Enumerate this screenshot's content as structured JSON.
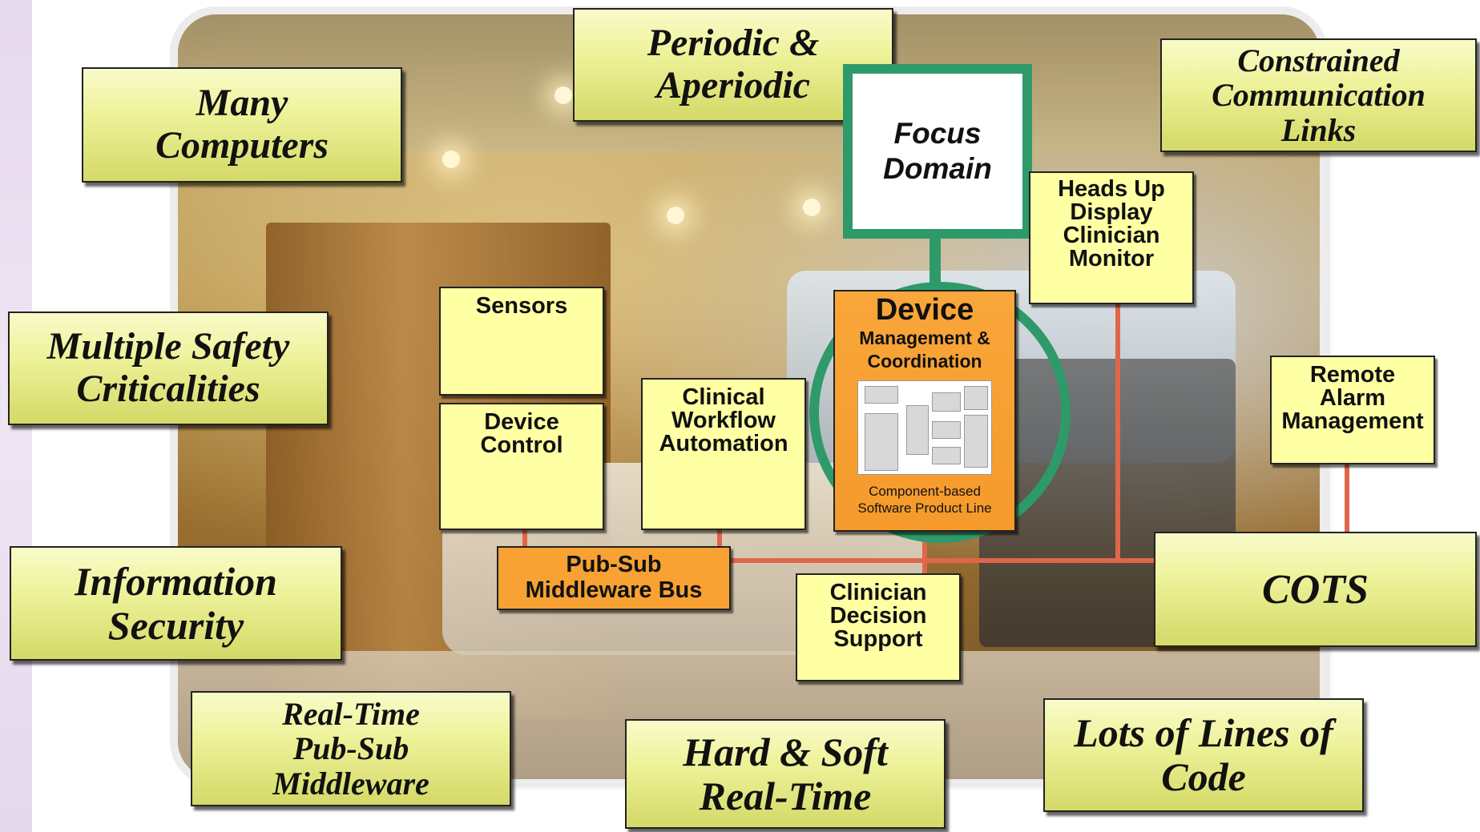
{
  "title_boxes": {
    "many_computers": [
      "Many",
      "Computers"
    ],
    "periodic_aperiodic": [
      "Periodic &",
      "Aperiodic"
    ],
    "constrained_links": [
      "Constrained",
      "Communication",
      "Links"
    ],
    "multiple_safety": [
      "Multiple Safety",
      "Criticalities"
    ],
    "information_security": [
      "Information",
      "Security"
    ],
    "realtime_pubsub": [
      "Real-Time",
      "Pub-Sub",
      "Middleware"
    ],
    "hard_soft": [
      "Hard & Soft",
      "Real-Time"
    ],
    "lots_of_code": [
      "Lots of Lines of",
      "Code"
    ],
    "cots": "COTS"
  },
  "focus": [
    "Focus",
    "Domain"
  ],
  "components": {
    "heads_up": [
      "Heads Up",
      "Display",
      "Clinician",
      "Monitor"
    ],
    "sensors": [
      "Sensors"
    ],
    "device_control": [
      "Device",
      "Control"
    ],
    "clinical_workflow": [
      "Clinical",
      "Workflow",
      "Automation"
    ],
    "remote_alarm": [
      "Remote",
      "Alarm",
      "Management"
    ],
    "clinician_decision": [
      "Clinician",
      "Decision",
      "Support"
    ],
    "pubsub_bus": [
      "Pub-Sub",
      "Middleware Bus"
    ]
  },
  "device": {
    "title": "Device",
    "subtitle": [
      "Management &",
      "Coordination"
    ],
    "caption": [
      "Component-based",
      "Software Product Line"
    ]
  },
  "colors": {
    "box_yellow": "#ffffa3",
    "box_orange": "#f7a233",
    "focus_green": "#2e9a6a",
    "connector": "#e0664a"
  }
}
